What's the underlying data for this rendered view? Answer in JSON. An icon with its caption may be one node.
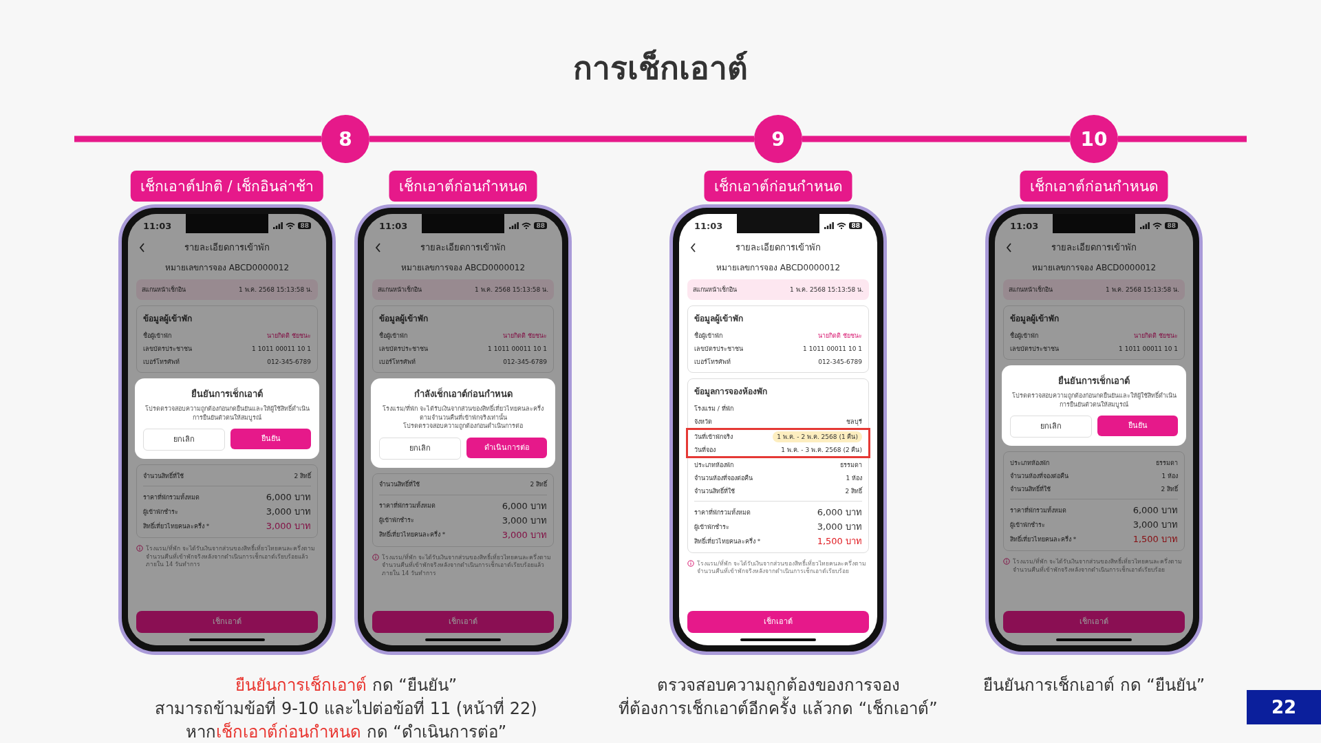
{
  "diagram": {
    "title": "การเช็กเอาต์",
    "nodes": [
      {
        "text": [
          "8"
        ]
      },
      {
        "text": [
          "9"
        ]
      },
      {
        "text": [
          "10"
        ]
      },
      {
        "text": [
          "เช็กเอาต์ปกติ / เช็กอินล่าช้า"
        ]
      },
      {
        "text": [
          "เช็กเอาต์ก่อนกำหนด"
        ]
      },
      {
        "text": [
          "เช็กเอาต์ก่อนกำหนด"
        ]
      },
      {
        "text": [
          "เช็กเอาต์ก่อนกำหนด"
        ]
      },
      {
        "text": [
          "11:03",
          "88",
          "รายละเอียดการเข้าพัก",
          "หมายเลขการจอง ABCD0000012",
          "โรงแรม/ที่พัก จะได้รับเงินจากส่วนของสิทธิ์เที่ยวไทยคนละครึ่งตามจำนวนคืนที่เข้าพักจริงหลังจากดำเนินการเช็กเอาต์เรียบร้อยแล้ว ภายใน 14 วันทำการ"
        ]
      },
      {
        "text": [
          "สแกนหน้าเช็กอิน",
          "1 พ.ค. 2568 15:13:58 น."
        ],
        "in": 7
      },
      {
        "text": [
          "ข้อมูลผู้เข้าพัก",
          "ชื่อผู้เข้าพัก",
          "นายกิตติ ชัยชนะ",
          "เลขบัตรประชาชน",
          "1 1011 00011 10 1",
          "เบอร์โทรศัพท์",
          "012-345-6789"
        ],
        "in": 7
      },
      {
        "text": [
          "ยืนยันการเช็กเอาต์",
          "โปรดตรวจสอบความถูกต้องก่อนกดยืนยันและให้ผู้ใช้สิทธิ์ดำเนินการยืนยันตัวตนให้สมบูรณ์"
        ],
        "in": 7
      },
      {
        "text": [
          "ยกเลิก"
        ],
        "in": 10
      },
      {
        "text": [
          "ยืนยัน"
        ],
        "in": 10
      },
      {
        "text": [
          "จำนวนสิทธิ์ที่ใช้",
          "2 สิทธิ์",
          "ราคาที่พักรวมทั้งหมด",
          "6,000 บาท",
          "ผู้เข้าพักชำระ",
          "3,000 บาท",
          "สิทธิ์เที่ยวไทยคนละครึ่ง *",
          "3,000 บาท"
        ],
        "in": 7
      },
      {
        "text": [
          "เช็กเอาต์"
        ],
        "in": 7
      },
      {
        "text": [
          "11:03",
          "88",
          "รายละเอียดการเข้าพัก",
          "หมายเลขการจอง ABCD0000012",
          "โรงแรม/ที่พัก จะได้รับเงินจากส่วนของสิทธิ์เที่ยวไทยคนละครึ่งตามจำนวนคืนที่เข้าพักจริงหลังจากดำเนินการเช็กเอาต์เรียบร้อยแล้ว ภายใน 14 วันทำการ"
        ]
      },
      {
        "text": [
          "สแกนหน้าเช็กอิน",
          "1 พ.ค. 2568 15:13:58 น."
        ],
        "in": 15
      },
      {
        "text": [
          "ข้อมูลผู้เข้าพัก",
          "ชื่อผู้เข้าพัก",
          "นายกิตติ ชัยชนะ",
          "เลขบัตรประชาชน",
          "1 1011 00011 10 1",
          "เบอร์โทรศัพท์",
          "012-345-6789"
        ],
        "in": 15
      },
      {
        "text": [
          "กำลังเช็กเอาต์ก่อนกำหนด",
          "โรงแรม/ที่พัก จะได้รับเงินจากส่วนของสิทธิ์เที่ยวไทยคนละครึ่งตามจำนวนคืนที่เข้าพักจริงเท่านั้น",
          "โปรดตรวจสอบความถูกต้องก่อนดำเนินการต่อ"
        ],
        "in": 15
      },
      {
        "text": [
          "ยกเลิก"
        ],
        "in": 18
      },
      {
        "text": [
          "ดำเนินการต่อ"
        ],
        "in": 18
      },
      {
        "text": [
          "จำนวนสิทธิ์ที่ใช้",
          "2 สิทธิ์",
          "ราคาที่พักรวมทั้งหมด",
          "6,000 บาท",
          "ผู้เข้าพักชำระ",
          "3,000 บาท",
          "สิทธิ์เที่ยวไทยคนละครึ่ง *",
          "3,000 บาท"
        ],
        "in": 15
      },
      {
        "text": [
          "เช็กเอาต์"
        ],
        "in": 15
      },
      {
        "text": [
          "11:03",
          "88",
          "รายละเอียดการเข้าพัก",
          "หมายเลขการจอง ABCD0000012",
          "โรงแรม/ที่พัก จะได้รับเงินจากส่วนของสิทธิ์เที่ยวไทยคนละครึ่งตามจำนวนคืนที่เข้าพักจริงหลังจากดำเนินการเช็กเอาต์เรียบร้อย"
        ]
      },
      {
        "text": [
          "สแกนหน้าเช็กอิน",
          "1 พ.ค. 2568 15:13:58 น."
        ],
        "in": 23
      },
      {
        "text": [
          "ข้อมูลผู้เข้าพัก",
          "ชื่อผู้เข้าพัก",
          "นายกิตติ ชัยชนะ",
          "เลขบัตรประชาชน",
          "1 1011 00011 10 1",
          "เบอร์โทรศัพท์",
          "012-345-6789"
        ],
        "in": 23
      },
      {
        "text": [
          "ข้อมูลการจองห้องพัก",
          "โรงแรม / ที่พัก",
          "จังหวัด",
          "ชลบุรี",
          "ประเภทห้องพัก",
          "ธรรมดา",
          "จำนวนห้องที่จองต่อคืน",
          "1 ห้อง",
          "จำนวนสิทธิ์ที่ใช้",
          "2 สิทธิ์",
          "ราคาที่พักรวมทั้งหมด",
          "6,000 บาท",
          "ผู้เข้าพักชำระ",
          "3,000 บาท",
          "สิทธิ์เที่ยวไทยคนละครึ่ง *",
          "1,500 บาท"
        ],
        "in": 23
      },
      {
        "text": [
          "วันที่เข้าพักจริง",
          "1 พ.ค. - 2 พ.ค. 2568 (1 คืน)",
          "วันที่จอง",
          "1 พ.ค. - 3 พ.ค. 2568 (2 คืน)"
        ],
        "in": 26
      },
      {
        "text": [
          "เช็กเอาต์"
        ],
        "in": 23
      },
      {
        "text": [
          "11:03",
          "88",
          "รายละเอียดการเข้าพัก",
          "หมายเลขการจอง ABCD0000012",
          "โรงแรม/ที่พัก จะได้รับเงินจากส่วนของสิทธิ์เที่ยวไทยคนละครึ่งตามจำนวนคืนที่เข้าพักจริงหลังจากดำเนินการเช็กเอาต์เรียบร้อย"
        ]
      },
      {
        "text": [
          "สแกนหน้าเช็กอิน",
          "1 พ.ค. 2568 15:13:58 น."
        ],
        "in": 29
      },
      {
        "text": [
          "ข้อมูลผู้เข้าพัก",
          "ชื่อผู้เข้าพัก",
          "นายกิตติ ชัยชนะ",
          "เลขบัตรประชาชน",
          "1 1011 00011 10 1"
        ],
        "in": 29
      },
      {
        "text": [
          "ยืนยันการเช็กเอาต์",
          "โปรดตรวจสอบความถูกต้องก่อนกดยืนยันและให้ผู้ใช้สิทธิ์ดำเนินการยืนยันตัวตนให้สมบูรณ์"
        ],
        "in": 29
      },
      {
        "text": [
          "ยกเลิก"
        ],
        "in": 32
      },
      {
        "text": [
          "ยืนยัน"
        ],
        "in": 32
      },
      {
        "text": [
          "ประเภทห้องพัก",
          "ธรรมดา",
          "จำนวนห้องที่จองต่อคืน",
          "1 ห้อง",
          "จำนวนสิทธิ์ที่ใช้",
          "2 สิทธิ์",
          "ราคาที่พักรวมทั้งหมด",
          "6,000 บาท",
          "ผู้เข้าพักชำระ",
          "3,000 บาท",
          "สิทธิ์เที่ยวไทยคนละครึ่ง *",
          "1,500 บาท"
        ],
        "in": 29
      },
      {
        "text": [
          "เช็กเอาต์"
        ],
        "in": 29
      },
      {
        "text": [
          "22"
        ]
      }
    ],
    "edges": [
      {
        "from": 0,
        "to": 1,
        "arrow": "none"
      },
      {
        "from": 1,
        "to": 2,
        "arrow": "none"
      }
    ],
    "labels": [
      "**ยืนยันการเช็กเอาต์** กด “ยืนยัน”",
      "สามารถข้ามข้อที่ 9-10 และไปต่อข้อที่ 11 (หน้าที่ 22)",
      "หาก**เช็กเอาต์ก่อนกำหนด** กด “ดำเนินการต่อ”",
      "ตรวจสอบความถูกต้องของการจอง",
      "ที่ต้องการเช็กเอาต์อีกครั้ง แล้วกด “เช็กเอาต์”",
      "ยืนยันการเช็กเอาต์ กด “ยืนยัน”"
    ]
  }
}
